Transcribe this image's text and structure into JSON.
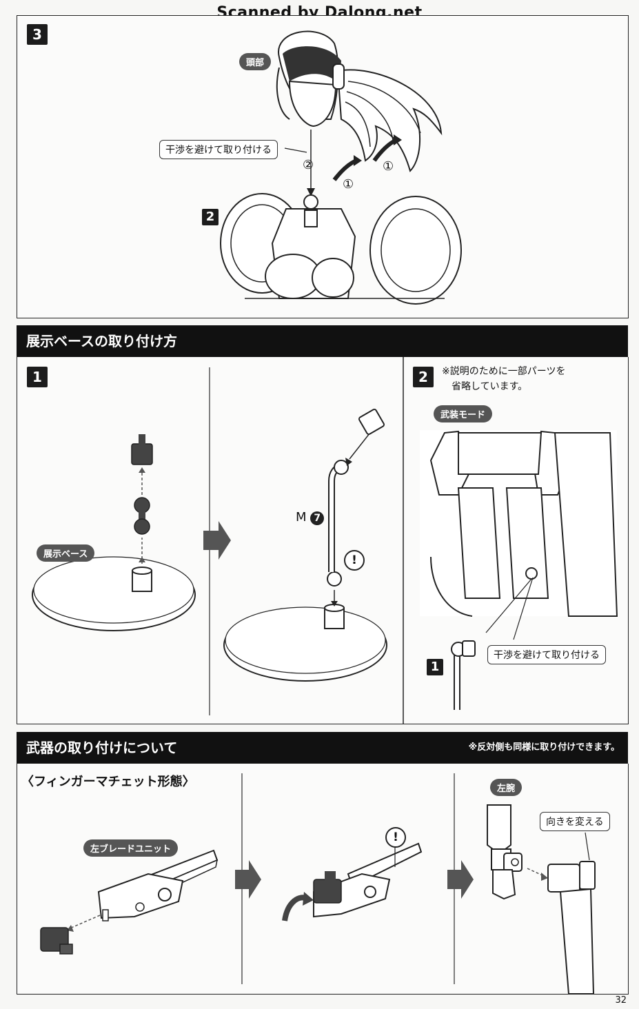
{
  "watermark": "Scanned by Dalong.net",
  "page_number": "32",
  "section3": {
    "step": "3",
    "part_label": "頭部",
    "callout": "干渉を避けて取り付ける",
    "sub_step": "2",
    "order_1": "①",
    "order_2": "②"
  },
  "base_section": {
    "title": "展示ベースの取り付け方",
    "step1": "1",
    "base_label": "展示ベース",
    "part_code_prefix": "M",
    "part_code_num": "7",
    "warning": "!",
    "step2": "2",
    "step2_note_line1": "※説明のために一部パーツを",
    "step2_note_line2": "省略しています。",
    "mode_label": "武装モード",
    "callout": "干渉を避けて取り付ける",
    "sub_step": "1"
  },
  "weapon_section": {
    "title": "武器の取り付けについて",
    "note": "※反対側も同様に取り付けできます。",
    "subtitle": "〈フィンガーマチェット形態〉",
    "blade_label": "左ブレードユニット",
    "warning": "!",
    "arm_label": "左腕",
    "callout": "向きを変える"
  }
}
